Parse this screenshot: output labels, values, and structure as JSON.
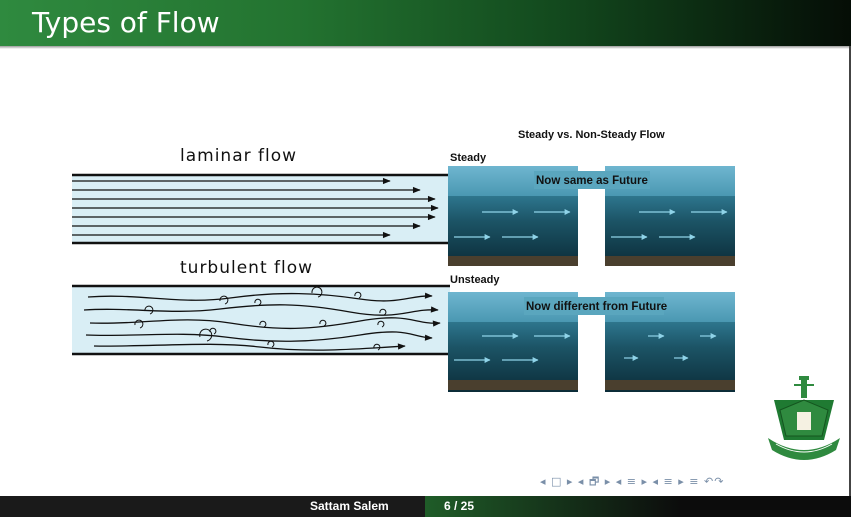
{
  "header": {
    "title": "Types of Flow"
  },
  "figure_left": {
    "laminar_label": "laminar flow",
    "turbulent_label": "turbulent flow"
  },
  "figure_right": {
    "title": "Steady vs. Non-Steady Flow",
    "steady_label": "Steady",
    "steady_caption": "Now same as Future",
    "unsteady_label": "Unsteady",
    "unsteady_caption": "Now different from Future"
  },
  "footer": {
    "author": "Sattam Salem",
    "page": "6 / 25"
  },
  "nav": {
    "symbols": "◂ □ ▸ ◂ 🗗 ▸ ◂ ≡ ▸ ◂ ≡ ▸ ≡ ↶↷"
  },
  "colors": {
    "header_green": "#237330",
    "water_top": "#3f8fa6",
    "water_deep": "#0d3340",
    "pipe_fill": "#d9eef5"
  },
  "logo": {
    "icon": "university-emblem-icon"
  }
}
